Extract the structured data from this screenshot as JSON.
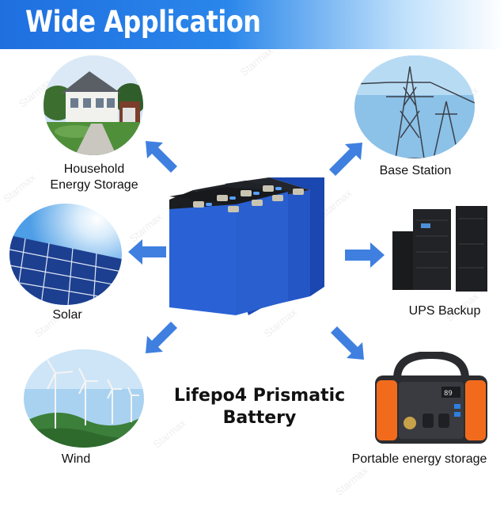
{
  "header": {
    "title": "Wide Application"
  },
  "applications": {
    "household": "Household\nEnergy Storage",
    "solar": "Solar",
    "wind": "Wind",
    "base_station": "Base Station",
    "ups": "UPS Backup",
    "portable": "Portable energy storage"
  },
  "product": {
    "caption": "Lifepo4 Prismatic\nBattery"
  },
  "watermark": "Starmax",
  "colors": {
    "banner_blue": "#1f6fe0",
    "arrow_blue": "#3f7fe0",
    "battery_blue": "#1d4fc0",
    "accent_orange": "#f26b1d"
  }
}
